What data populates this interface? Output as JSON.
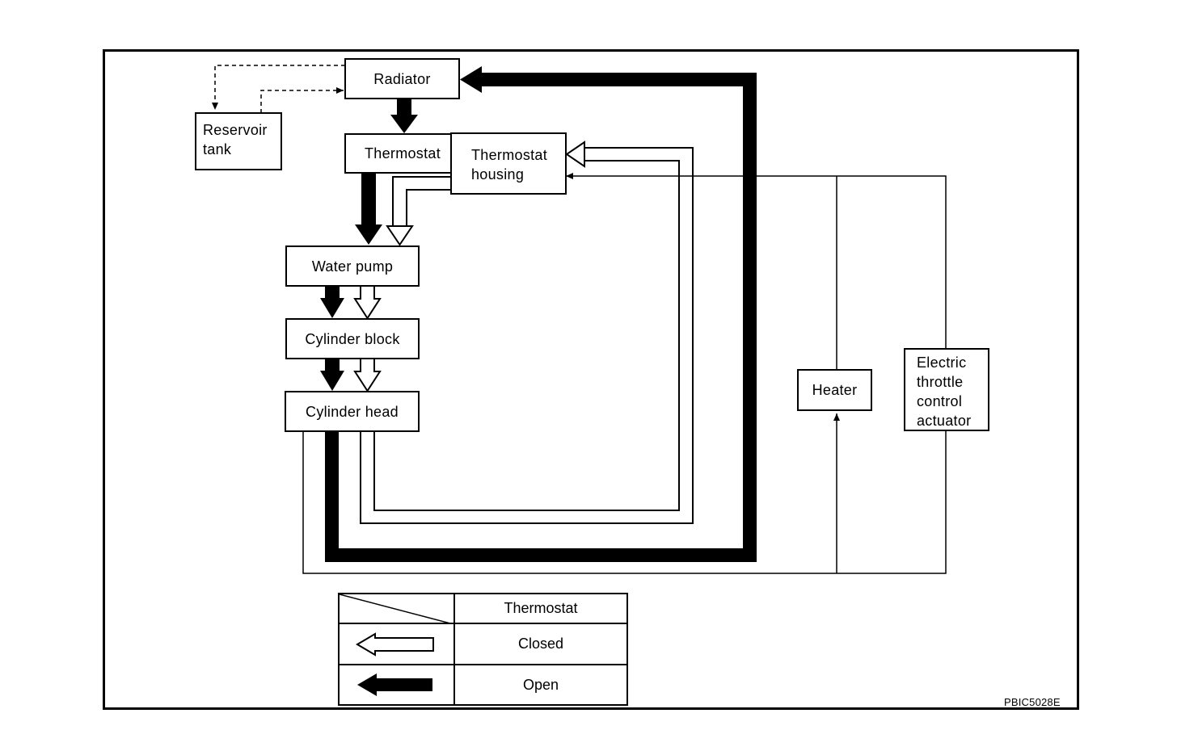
{
  "components": {
    "radiator": "Radiator",
    "reservoir_tank": "Reservoir\ntank",
    "thermostat": "Thermostat",
    "thermostat_housing": "Thermostat\nhousing",
    "water_pump": "Water pump",
    "cylinder_block": "Cylinder block",
    "cylinder_head": "Cylinder head",
    "heater": "Heater",
    "electric_throttle_control_actuator": "Electric\nthrottle\ncontrol\nactuator"
  },
  "legend": {
    "header": "Thermostat",
    "rows": [
      {
        "arrow": "hollow-arrow-icon",
        "label": "Closed"
      },
      {
        "arrow": "solid-arrow-icon",
        "label": "Open"
      }
    ]
  },
  "figure_code": "PBIC5028E"
}
